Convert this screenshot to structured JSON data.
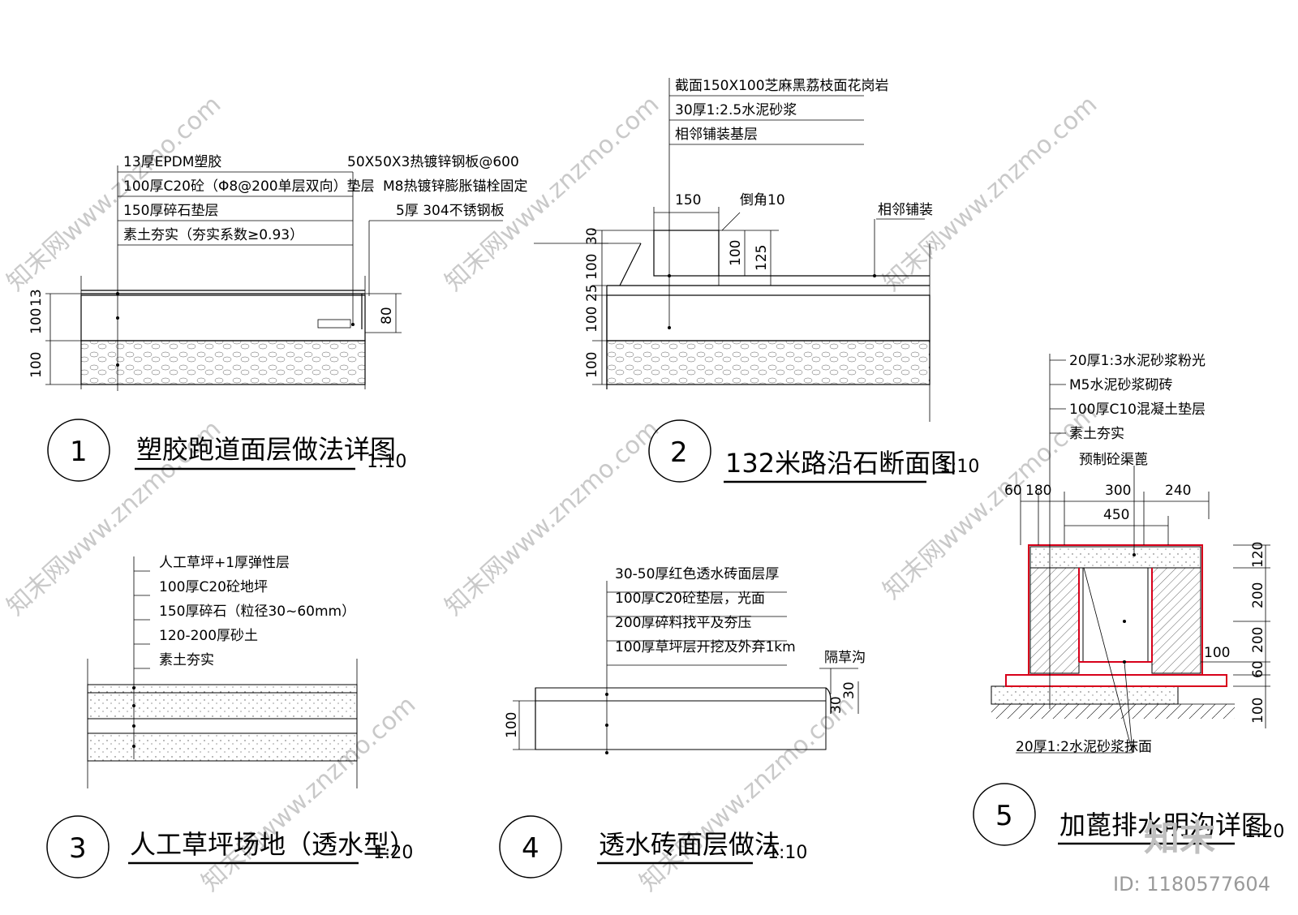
{
  "details": [
    {
      "number": "1",
      "title": "塑胶跑道面层做法详图",
      "scale": "1:10",
      "notes_left": [
        "13厚EPDM塑胶",
        "100厚C20砼（Φ8@200单层双向）垫层",
        "150厚碎石垫层",
        "素土夯实（夯实系数≥0.93）"
      ],
      "notes_right": [
        "50X50X3热镀锌钢板@600",
        "M8热镀锌膨胀锚栓固定",
        "5厚 304不锈钢板"
      ],
      "dims": [
        "13",
        "100",
        "100",
        "80"
      ]
    },
    {
      "number": "2",
      "title": "132米路沿石断面图",
      "scale": "1:10",
      "notes": [
        "截面150X100芝麻黑荔枝面花岗岩",
        "30厚1:2.5水泥砂浆",
        "相邻铺装基层"
      ],
      "labels": [
        "倒角10",
        "相邻铺装"
      ],
      "dims": [
        "150",
        "30",
        "100",
        "25",
        "100",
        "100",
        "100",
        "125"
      ]
    },
    {
      "number": "3",
      "title": "人工草坪场地（透水型）",
      "scale": "1:20",
      "notes": [
        "人工草坪+1厚弹性层",
        "100厚C20砼地坪",
        "150厚碎石（粒径30~60mm）",
        "120-200厚砂土",
        "素土夯实"
      ]
    },
    {
      "number": "4",
      "title": "透水砖面层做法",
      "scale": "1:10",
      "notes": [
        "30-50厚红色透水砖面层厚",
        "100厚C20砼垫层，光面",
        "200厚碎料找平及夯压",
        "100厚草坪层开挖及外弃1km"
      ],
      "labels": [
        "隔草沟"
      ],
      "dims": [
        "100",
        "30",
        "30"
      ]
    },
    {
      "number": "5",
      "title": "加蓖排水明沟详图",
      "scale": "1:20",
      "notes": [
        "20厚1:3水泥砂浆粉光",
        "M5水泥砂浆砌砖",
        "100厚C10混凝土垫层",
        "素土夯实"
      ],
      "labels": [
        "预制砼渠蓖",
        "20厚1:2水泥砂浆抹面"
      ],
      "dims_top": [
        "60",
        "180",
        "300",
        "240",
        "450"
      ],
      "dims_side": [
        "120",
        "200",
        "200",
        "60",
        "100",
        "100"
      ]
    }
  ],
  "watermark": {
    "text": "知末网www.znzmo.com",
    "brand": "知末",
    "id": "ID: 1180577604"
  },
  "colors": {
    "line": "#000000",
    "red": "#d8001a",
    "watermark": "#c9c9c9"
  }
}
